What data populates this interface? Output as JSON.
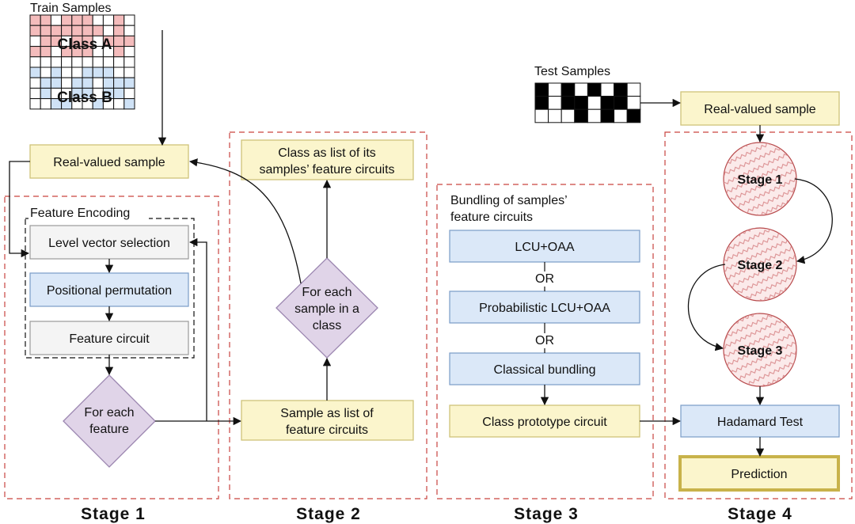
{
  "train_samples": {
    "title": "Train Samples",
    "class_a": "Class A",
    "class_b": "Class B",
    "class_a_color": "#f4bcbc",
    "class_b_color": "#cfe2f6"
  },
  "test_samples": {
    "title": "Test Samples"
  },
  "stage1": {
    "real_valued": "Real-valued sample",
    "group": "Feature Encoding",
    "level_vector": "Level vector selection",
    "positional": "Positional permutation",
    "feature_circuit": "Feature circuit",
    "for_each_feature": [
      "For each",
      "feature"
    ]
  },
  "stage2": {
    "class_list": [
      "Class as list of its",
      "samples’ feature circuits"
    ],
    "for_each_sample": [
      "For each",
      "sample in a",
      "class"
    ],
    "sample_list": [
      "Sample as list of",
      "feature circuits"
    ]
  },
  "stage3": {
    "heading": [
      "Bundling of samples’",
      "feature circuits"
    ],
    "lcu": "LCU+OAA",
    "or1": "OR",
    "prob_lcu": "Probabilistic LCU+OAA",
    "or2": "OR",
    "classical": "Classical bundling",
    "prototype": "Class prototype circuit"
  },
  "stage4": {
    "real_valued": "Real-valued sample",
    "circle1": "Stage 1",
    "circle2": "Stage 2",
    "circle3": "Stage 3",
    "hadamard": "Hadamard Test",
    "prediction": "Prediction"
  },
  "stage_labels": [
    "Stage 1",
    "Stage 2",
    "Stage 3",
    "Stage 4"
  ],
  "colors": {
    "yellow_fill": "#fbf5cc",
    "yellow_stroke": "#cfc37a",
    "blue_fill": "#dbe8f8",
    "blue_stroke": "#7a9cc7",
    "gray_fill": "#f4f4f4",
    "diamond_fill": "#e0d4e8",
    "diamond_stroke": "#9b86b0",
    "dashed_red": "#c9443f",
    "prediction_stroke": "#c8b24a",
    "circle_fill": "#fbeaea",
    "circle_stroke": "#b7484a"
  }
}
